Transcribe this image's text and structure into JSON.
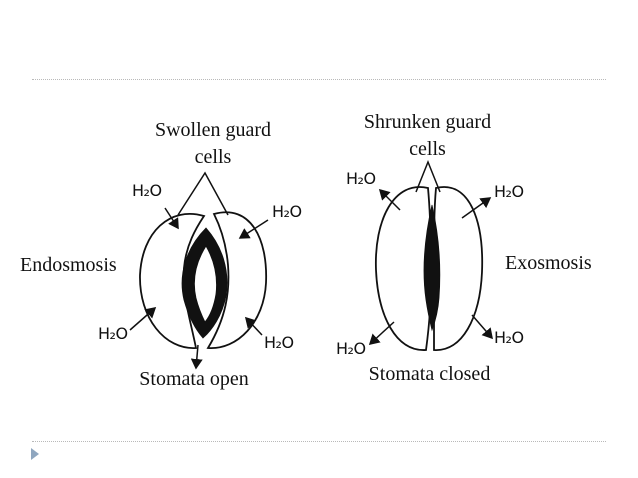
{
  "left_figure": {
    "title_line1": "Swollen guard",
    "title_line2": "cells",
    "side_label": "Endosmosis",
    "caption": "Stomata open",
    "water_labels": [
      "H₂O",
      "H₂O",
      "H₂O",
      "H₂O"
    ]
  },
  "right_figure": {
    "title_line1": "Shrunken guard",
    "title_line2": "cells",
    "side_label": "Exosmosis",
    "caption": "Stomata closed",
    "water_labels": [
      "H₂O",
      "H₂O",
      "H₂O",
      "H₂O"
    ]
  },
  "colors": {
    "ink": "#111111",
    "rule": "#b9b9b9",
    "bullet": "#8fa6bf"
  }
}
